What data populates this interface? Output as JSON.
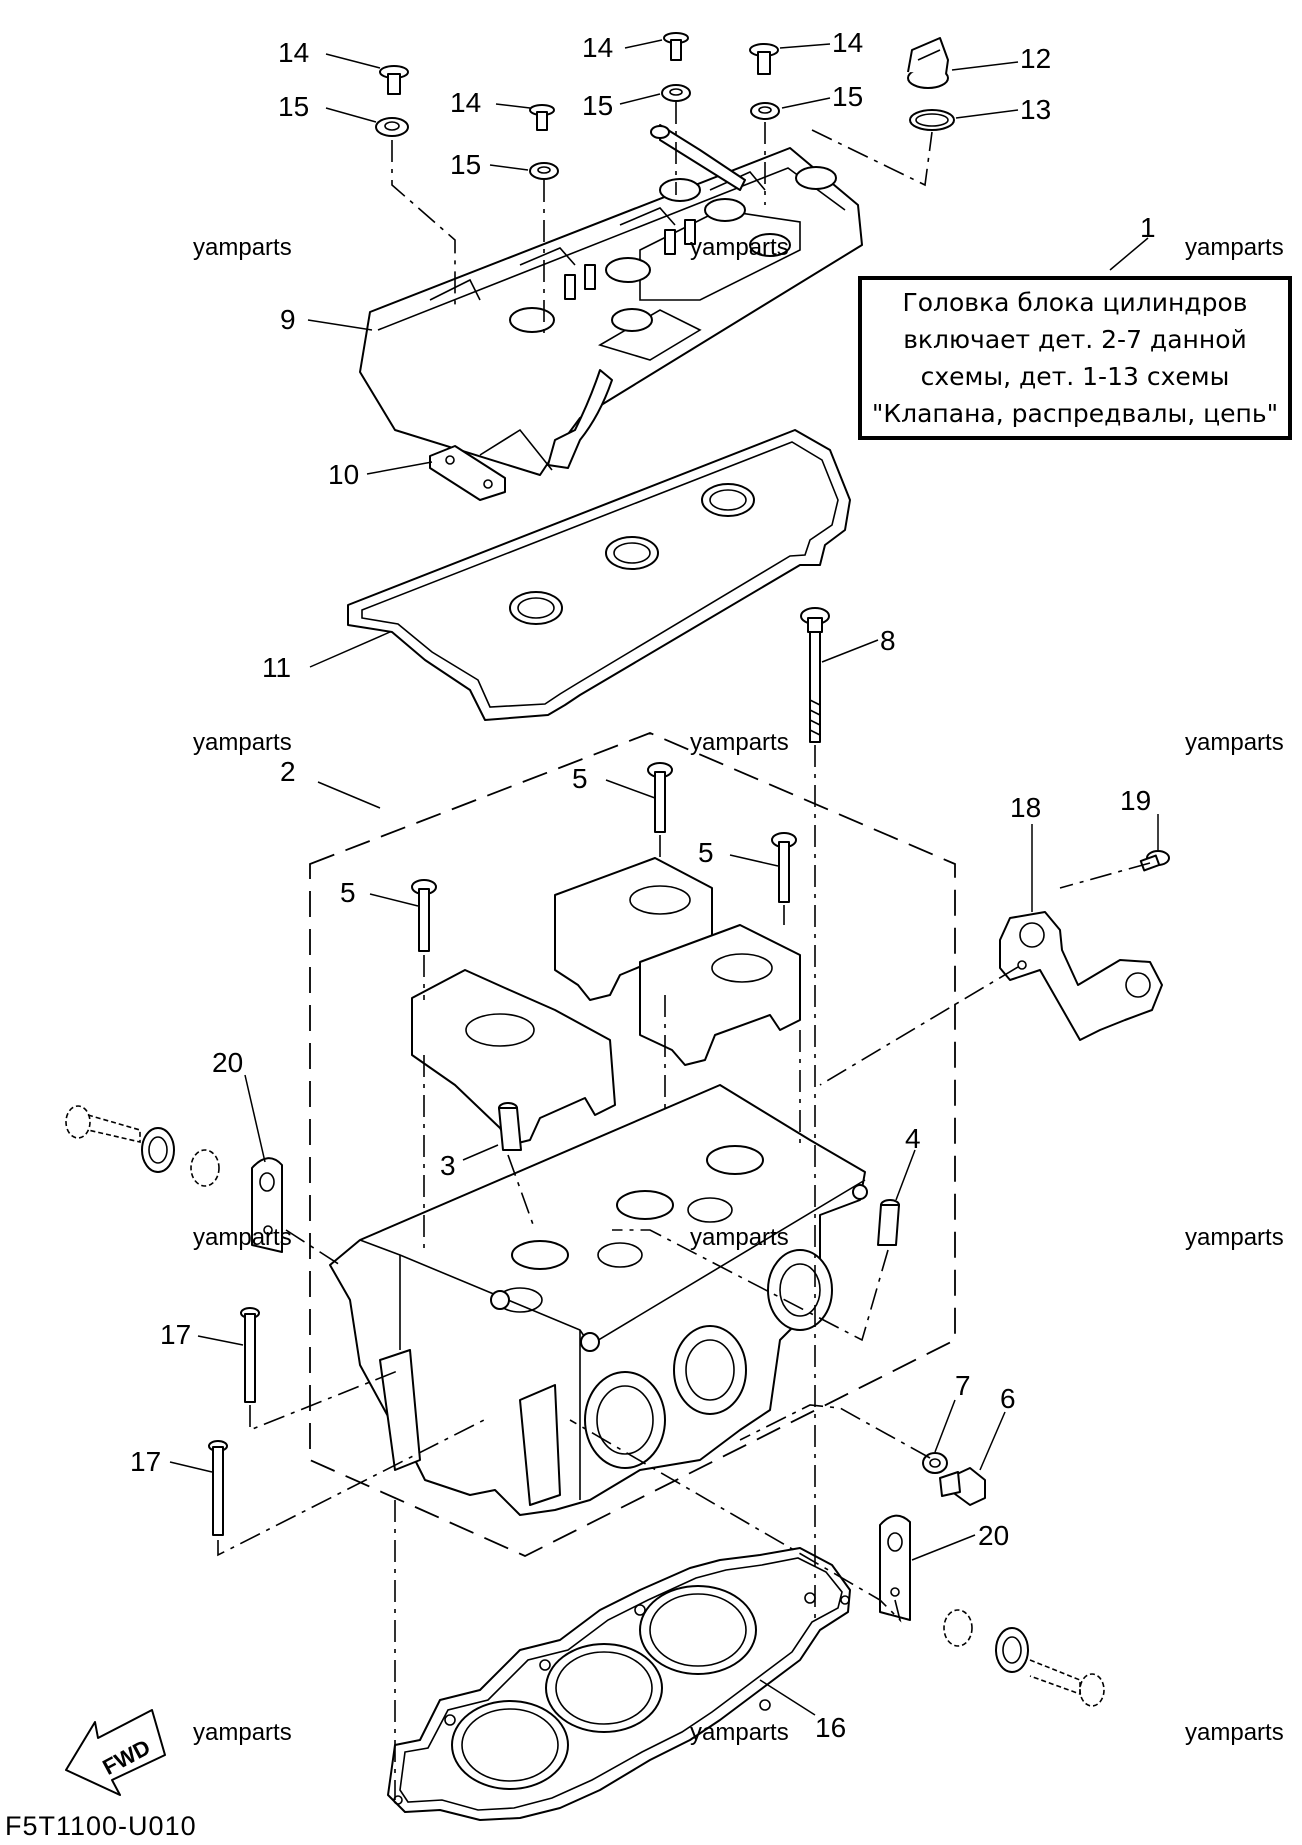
{
  "diagram_code": "F5T1100-U010",
  "watermark": "yamparts",
  "fwd_label": "FWD",
  "note_lines": [
    "Головка блока цилиндров",
    "включает дет. 2-7 данной",
    "схемы, дет. 1-13 схемы",
    "\"Клапана, распредвалы, цепь\""
  ],
  "callouts": {
    "c1": "1",
    "c2": "2",
    "c3": "3",
    "c4": "4",
    "c5a": "5",
    "c5b": "5",
    "c5c": "5",
    "c6": "6",
    "c7": "7",
    "c8": "8",
    "c9": "9",
    "c10": "10",
    "c11": "11",
    "c12": "12",
    "c13": "13",
    "c14a": "14",
    "c14b": "14",
    "c14c": "14",
    "c14d": "14",
    "c15a": "15",
    "c15b": "15",
    "c15c": "15",
    "c15d": "15",
    "c16": "16",
    "c17a": "17",
    "c17b": "17",
    "c18": "18",
    "c19": "19",
    "c20a": "20",
    "c20b": "20"
  }
}
